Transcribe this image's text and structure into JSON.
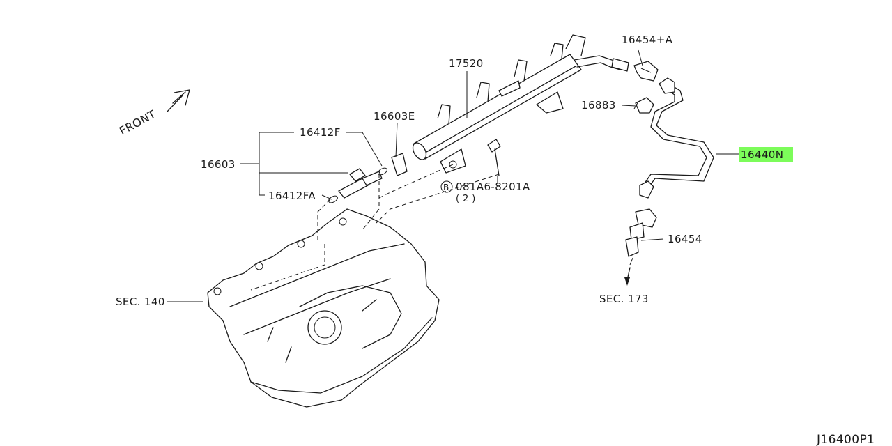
{
  "diagram": {
    "front_label": "FRONT",
    "part_labels": {
      "p16454_a": "16454+A",
      "p17520": "17520",
      "p16603e": "16603E",
      "p16883": "16883",
      "p16412f": "16412F",
      "p16603": "16603",
      "p16440n": "16440N",
      "p16412fa": "16412FA",
      "bolt_symbol": "B",
      "bolt_part": "081A6-8201A",
      "bolt_qty": "( 2 )",
      "p16454": "16454",
      "sec140": "SEC. 140",
      "sec173": "SEC. 173"
    },
    "highlight_part": "16440N",
    "highlight_color": "#7CFC5A",
    "diagram_code": "J16400P1"
  }
}
